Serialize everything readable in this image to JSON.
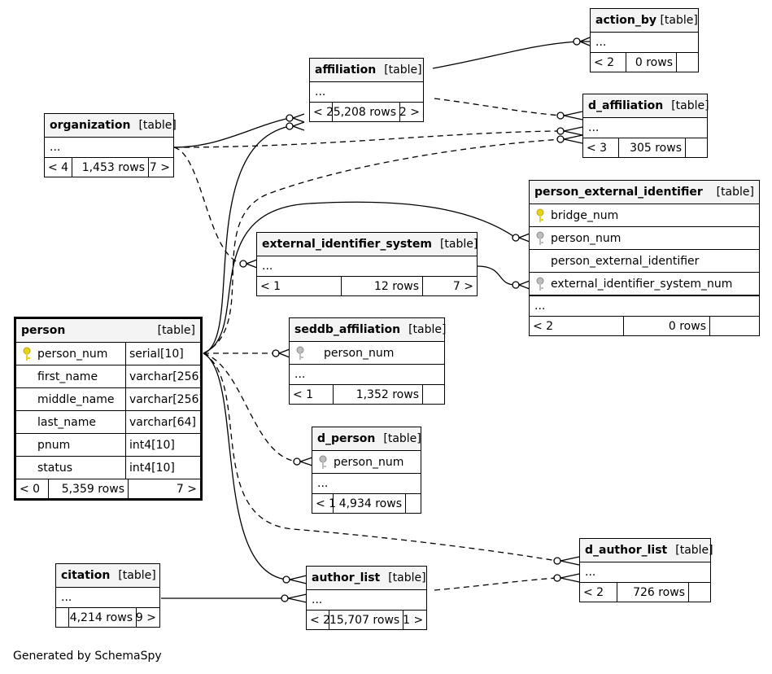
{
  "tables": {
    "action_by": {
      "name": "action_by",
      "kind": "[table]",
      "ellipsis": "...",
      "parents": "< 2",
      "rows": "0 rows",
      "children": ""
    },
    "affiliation": {
      "name": "affiliation",
      "kind": "[table]",
      "ellipsis": "...",
      "parents": "< 2",
      "rows": "5,208 rows",
      "children": "2 >"
    },
    "d_affiliation": {
      "name": "d_affiliation",
      "kind": "[table]",
      "ellipsis": "...",
      "parents": "< 3",
      "rows": "305 rows",
      "children": ""
    },
    "organization": {
      "name": "organization",
      "kind": "[table]",
      "ellipsis": "...",
      "parents": "< 4",
      "rows": "1,453 rows",
      "children": "7 >"
    },
    "person_external_identifier": {
      "name": "person_external_identifier",
      "kind": "[table]",
      "columns": [
        {
          "name": "bridge_num",
          "key": "primary"
        },
        {
          "name": "person_num",
          "key": "foreign"
        },
        {
          "name": "person_external_identifier",
          "key": ""
        },
        {
          "name": "external_identifier_system_num",
          "key": "foreign"
        }
      ],
      "ellipsis": "...",
      "parents": "< 2",
      "rows": "0 rows",
      "children": ""
    },
    "external_identifier_system": {
      "name": "external_identifier_system",
      "kind": "[table]",
      "ellipsis": "...",
      "parents": "< 1",
      "rows": "12 rows",
      "children": "7 >"
    },
    "person": {
      "name": "person",
      "kind": "[table]",
      "columns": [
        {
          "name": "person_num",
          "type": "serial[10]",
          "key": "primary"
        },
        {
          "name": "first_name",
          "type": "varchar[256]",
          "key": ""
        },
        {
          "name": "middle_name",
          "type": "varchar[256]",
          "key": ""
        },
        {
          "name": "last_name",
          "type": "varchar[64]",
          "key": ""
        },
        {
          "name": "pnum",
          "type": "int4[10]",
          "key": ""
        },
        {
          "name": "status",
          "type": "int4[10]",
          "key": ""
        }
      ],
      "parents": "< 0",
      "rows": "5,359 rows",
      "children": "7 >"
    },
    "seddb_affiliation": {
      "name": "seddb_affiliation",
      "kind": "[table]",
      "columns": [
        {
          "name": "person_num",
          "key": "foreign"
        }
      ],
      "ellipsis": "...",
      "parents": "< 1",
      "rows": "1,352 rows",
      "children": ""
    },
    "d_person": {
      "name": "d_person",
      "kind": "[table]",
      "columns": [
        {
          "name": "person_num",
          "key": "foreign"
        }
      ],
      "ellipsis": "...",
      "parents": "< 1",
      "rows": "4,934 rows",
      "children": ""
    },
    "d_author_list": {
      "name": "d_author_list",
      "kind": "[table]",
      "ellipsis": "...",
      "parents": "< 2",
      "rows": "726 rows",
      "children": ""
    },
    "citation": {
      "name": "citation",
      "kind": "[table]",
      "ellipsis": "...",
      "parents": "",
      "rows": "4,214 rows",
      "children": "9 >"
    },
    "author_list": {
      "name": "author_list",
      "kind": "[table]",
      "ellipsis": "...",
      "parents": "< 2",
      "rows": "15,707 rows",
      "children": "1 >"
    }
  },
  "relationships": [
    {
      "from": "affiliation",
      "to": "action_by",
      "style": "solid"
    },
    {
      "from": "affiliation",
      "to": "d_affiliation",
      "style": "dashed"
    },
    {
      "from": "organization",
      "to": "affiliation",
      "style": "solid"
    },
    {
      "from": "organization",
      "to": "d_affiliation",
      "style": "dashed"
    },
    {
      "from": "organization",
      "to": "external_identifier_system",
      "style": "dashed"
    },
    {
      "from": "person",
      "to": "affiliation",
      "style": "solid"
    },
    {
      "from": "person",
      "to": "d_affiliation",
      "style": "dashed"
    },
    {
      "from": "person",
      "to": "person_external_identifier",
      "style": "solid"
    },
    {
      "from": "external_identifier_system",
      "to": "person_external_identifier",
      "style": "solid"
    },
    {
      "from": "person",
      "to": "seddb_affiliation",
      "style": "dashed"
    },
    {
      "from": "person",
      "to": "d_person",
      "style": "dashed"
    },
    {
      "from": "person",
      "to": "d_author_list",
      "style": "dashed"
    },
    {
      "from": "person",
      "to": "author_list",
      "style": "solid"
    },
    {
      "from": "citation",
      "to": "author_list",
      "style": "solid"
    },
    {
      "from": "author_list",
      "to": "d_author_list",
      "style": "dashed"
    }
  ],
  "colors": {
    "primary_key": "#e8d21a",
    "foreign_key": "#9a9a9a",
    "header_bg": "#f4f4f4"
  },
  "footer": {
    "credit": "Generated by SchemaSpy"
  }
}
